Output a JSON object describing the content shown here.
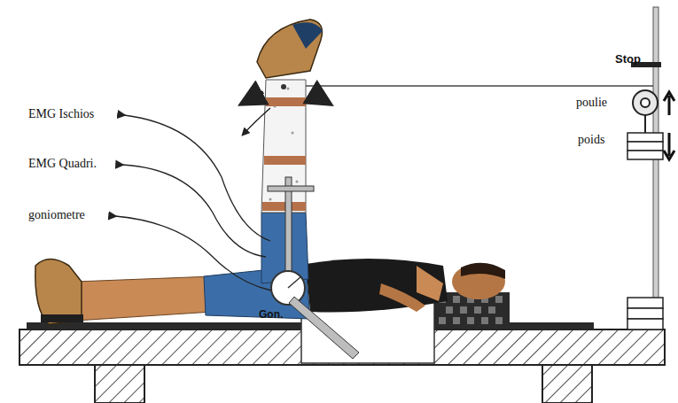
{
  "diagram": {
    "labels": [
      "EMG Ischios",
      "Stop",
      "poulie",
      "poids",
      "EMG Quadri.",
      "goniometre",
      "Gon."
    ]
  }
}
